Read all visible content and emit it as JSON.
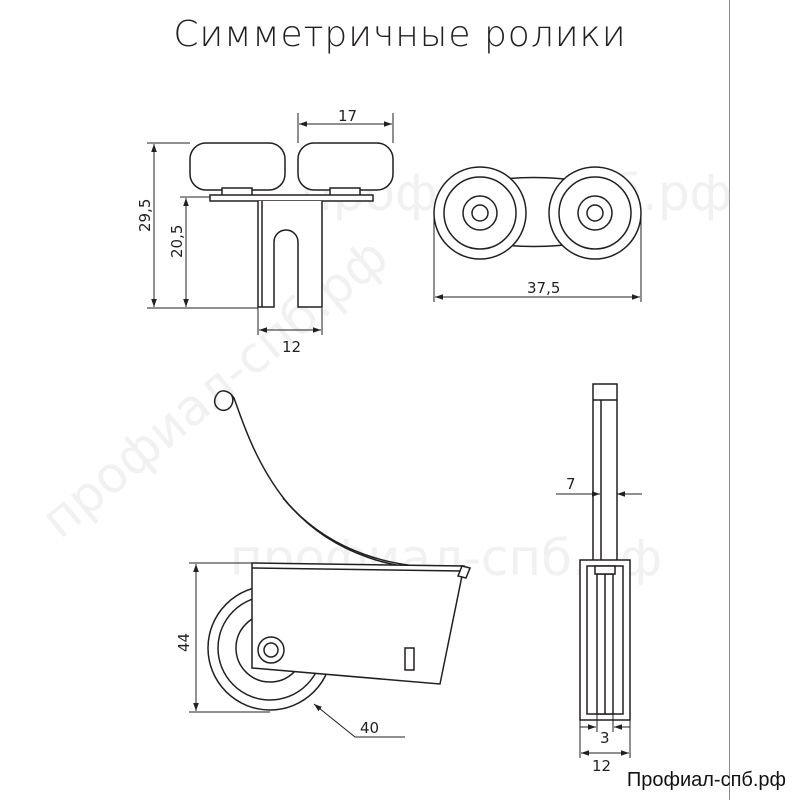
{
  "title": "Симметричные ролики",
  "footer": "Профиал-спб.рф",
  "watermark": "профиал-спб.рф",
  "line_color": "#231f20",
  "dimensions": {
    "top_width": "17",
    "total_height": "29,5",
    "body_height": "20,5",
    "stem_width": "12",
    "pair_length": "37,5",
    "wheel_height": "44",
    "wheel_diameter": "40",
    "plate_thickness": "7",
    "wheel_thickness": "3",
    "side_width": "12"
  }
}
